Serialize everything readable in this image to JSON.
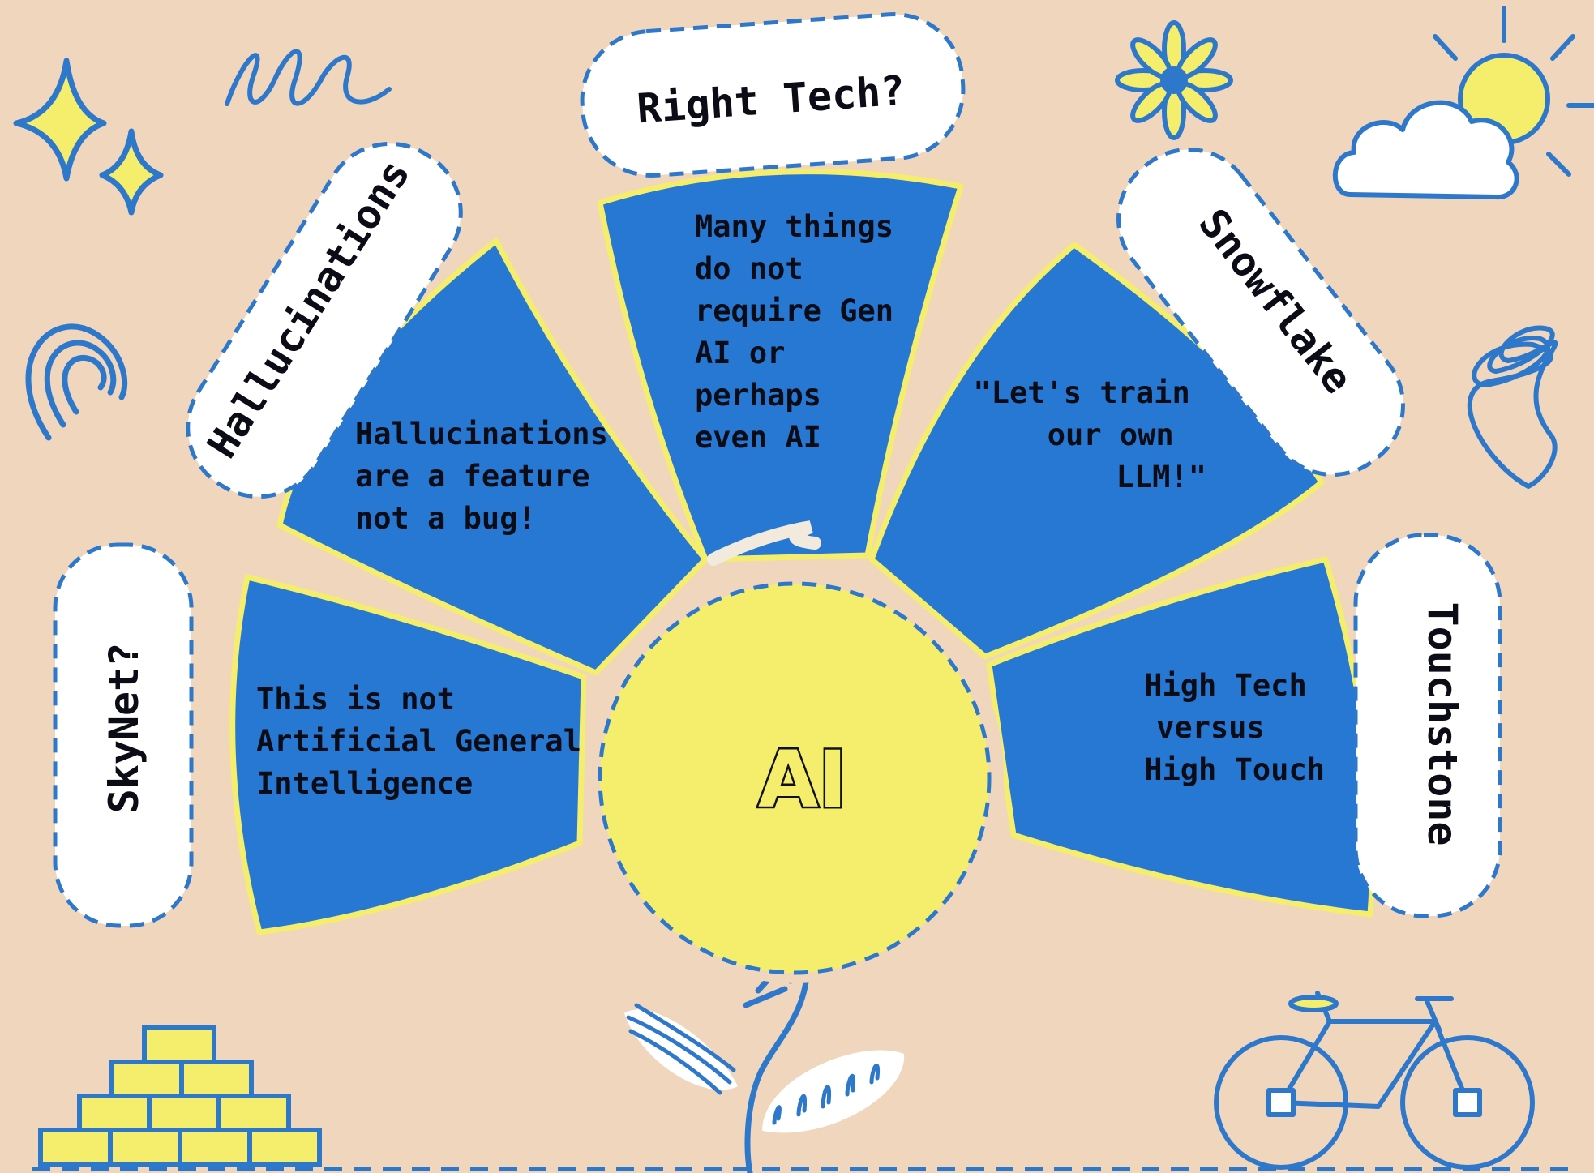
{
  "center": {
    "label": "AI"
  },
  "petals": [
    {
      "id": "skynet",
      "tag": "SkyNet?",
      "lines": [
        "This is not",
        "Artificial General",
        "Intelligence"
      ]
    },
    {
      "id": "hallucinations",
      "tag": "Hallucinations",
      "lines": [
        "Hallucinations",
        "are a feature",
        "not a bug!"
      ]
    },
    {
      "id": "right-tech",
      "tag": "Right Tech?",
      "lines": [
        "Many things",
        "do not",
        "require Gen",
        "AI or",
        "perhaps",
        "even AI"
      ]
    },
    {
      "id": "snowflake",
      "tag": "Snowflake",
      "lines": [
        "\"Let's train",
        "our own",
        "LLM!\""
      ]
    },
    {
      "id": "touchstone",
      "tag": "Touchstone",
      "lines": [
        "High Tech",
        "versus",
        "High Touch"
      ]
    }
  ],
  "colors": {
    "background": "#efd6bd",
    "petal": "#2678d2",
    "petal_border": "#f4ee6c",
    "center": "#f4ee6c",
    "label_bubble": "#ffffff",
    "dash": "#2e78cc"
  },
  "decorations": [
    "sparkle-icon",
    "squiggle-icon",
    "rainbow-icon",
    "flower-icon",
    "sun-cloud-icon",
    "spring-coil-icon",
    "bicycle-icon",
    "brick-pyramid-icon",
    "leaf-icon",
    "stem-icon"
  ]
}
